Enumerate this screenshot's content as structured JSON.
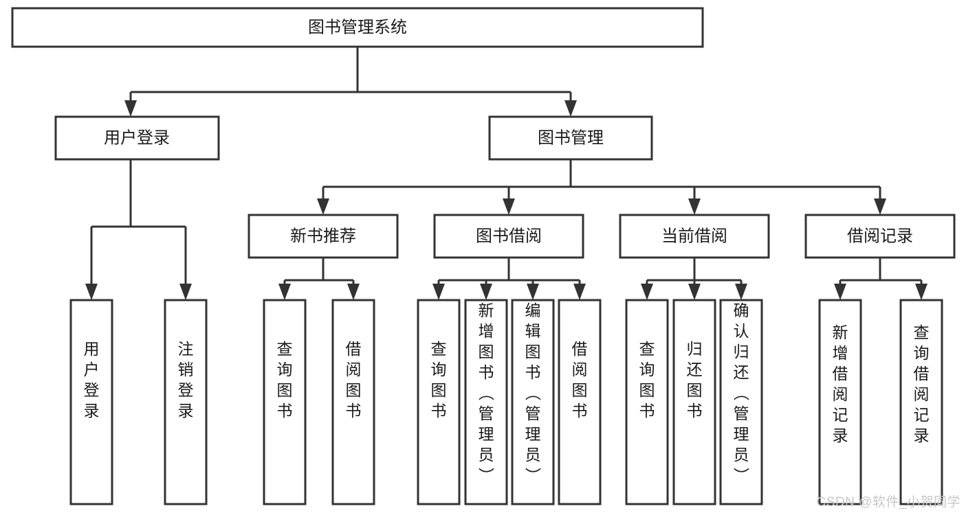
{
  "diagram": {
    "type": "tree-hierarchy",
    "orientation": "top-down",
    "watermark": "CSDN @软件_小贺同学",
    "colors": {
      "box_stroke": "#333333",
      "box_fill": "#ffffff",
      "text": "#1a1a1a",
      "connector": "#333333",
      "background": "#ffffff",
      "watermark": "#c7c7c7"
    },
    "root": {
      "id": "root",
      "label": "图书管理系统"
    },
    "level2": [
      {
        "id": "user-login",
        "label": "用户登录"
      },
      {
        "id": "book-management",
        "label": "图书管理"
      }
    ],
    "level3": [
      {
        "id": "new-book-recommend",
        "label": "新书推荐",
        "parent": "book-management"
      },
      {
        "id": "book-borrow",
        "label": "图书借阅",
        "parent": "book-management"
      },
      {
        "id": "current-borrow",
        "label": "当前借阅",
        "parent": "book-management"
      },
      {
        "id": "borrow-record",
        "label": "借阅记录",
        "parent": "book-management"
      }
    ],
    "leaves": [
      {
        "id": "leaf-user-login",
        "label": "用户登录",
        "parent": "user-login"
      },
      {
        "id": "leaf-logout-login",
        "label": "注销登录",
        "parent": "user-login"
      },
      {
        "id": "leaf-query-book-1",
        "label": "查询图书",
        "parent": "new-book-recommend"
      },
      {
        "id": "leaf-borrow-book-1",
        "label": "借阅图书",
        "parent": "new-book-recommend"
      },
      {
        "id": "leaf-query-book-2",
        "label": "查询图书",
        "parent": "book-borrow"
      },
      {
        "id": "leaf-add-book",
        "label": "新增图书（管理员）",
        "parent": "book-borrow"
      },
      {
        "id": "leaf-edit-book",
        "label": "编辑图书（管理员）",
        "parent": "book-borrow"
      },
      {
        "id": "leaf-borrow-book-2",
        "label": "借阅图书",
        "parent": "book-borrow"
      },
      {
        "id": "leaf-query-book-3",
        "label": "查询图书",
        "parent": "current-borrow"
      },
      {
        "id": "leaf-return-book",
        "label": "归还图书",
        "parent": "current-borrow"
      },
      {
        "id": "leaf-confirm-return",
        "label": "确认归还（管理员）",
        "parent": "current-borrow"
      },
      {
        "id": "leaf-add-record",
        "label": "新增借阅记录",
        "parent": "borrow-record"
      },
      {
        "id": "leaf-query-record",
        "label": "查询借阅记录",
        "parent": "borrow-record"
      }
    ]
  }
}
